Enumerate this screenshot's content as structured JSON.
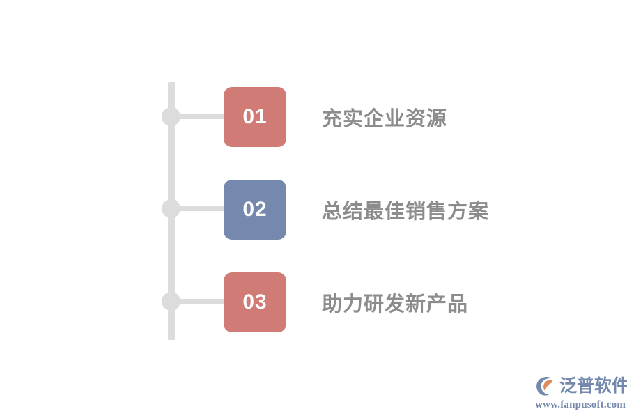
{
  "diagram": {
    "type": "vertical-timeline",
    "orientation": "vertical",
    "axis_color": "#dcdcdc",
    "label_color": "#8c8c8c",
    "steps": [
      {
        "number": "01",
        "label": "充实企业资源",
        "badge_color": "#d17b76",
        "badge_text_color": "#ffffff"
      },
      {
        "number": "02",
        "label": "总结最佳销售方案",
        "badge_color": "#7489ad",
        "badge_text_color": "#ffffff"
      },
      {
        "number": "03",
        "label": "助力研发新产品",
        "badge_color": "#d17b76",
        "badge_text_color": "#ffffff"
      }
    ]
  },
  "brand": {
    "name": "泛普软件",
    "url": "www.fanpusoft.com",
    "color": "#7489ad",
    "accent_color": "#e08a5a",
    "mark_icon": "fanpu-logo-icon"
  }
}
